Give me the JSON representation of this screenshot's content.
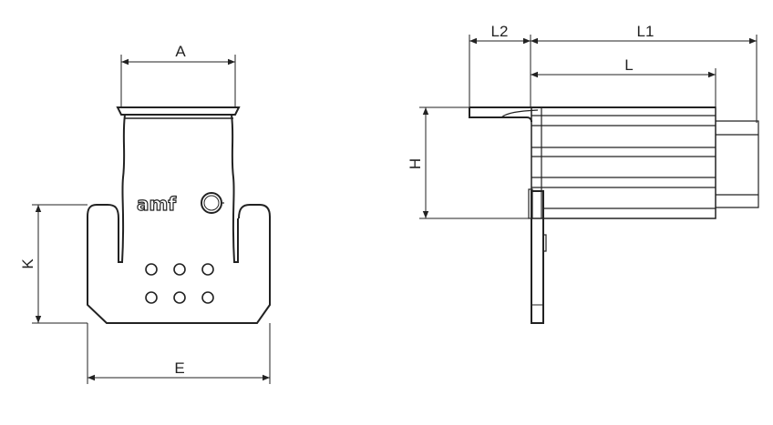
{
  "drawing": {
    "front_view": {
      "dimensions": {
        "width_top": "A",
        "height_plate": "K",
        "width_plate": "E"
      },
      "logo_text": "amf",
      "hole_count": 6
    },
    "side_view": {
      "dimensions": {
        "overhang": "L2",
        "total_length": "L1",
        "length": "L",
        "height": "H"
      }
    },
    "line_color": "#222222"
  }
}
